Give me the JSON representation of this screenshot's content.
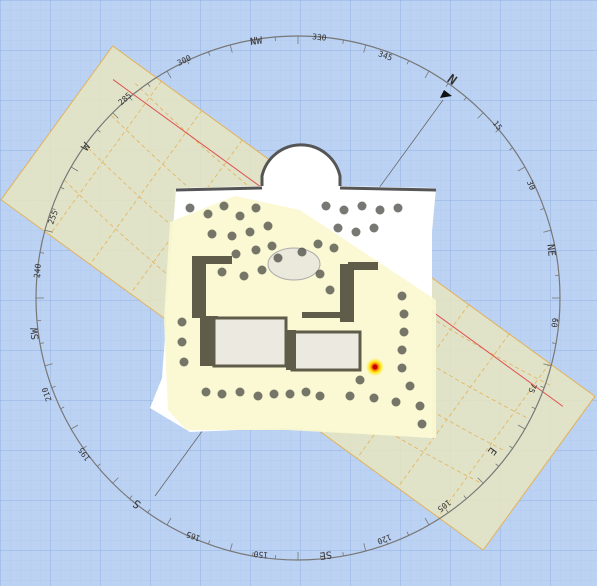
{
  "compass": {
    "cardinals": {
      "n": "N",
      "s": "S",
      "e": "E",
      "w": "W"
    },
    "intercardinals": {
      "ne": "NE",
      "nw": "NW",
      "se": "SE",
      "sw": "SW"
    },
    "degrees": {
      "d15": "15",
      "d30": "30",
      "d60": "60",
      "d75": "75",
      "d105": "105",
      "d120": "120",
      "d150": "150",
      "d165": "165",
      "d195": "195",
      "d210": "210",
      "d240": "240",
      "d255": "255",
      "d285": "285",
      "d300": "300",
      "d330": "330",
      "d345": "345"
    }
  },
  "colors": {
    "grid_background": "#b9d0f2",
    "grid_line": "#8fb0e0",
    "sun_band": "#e7e6c2",
    "sun_path": "#e3b25a",
    "sun_ray": "#e05050",
    "site_ground": "#ffffff",
    "shadow_area": "#fbf8cf",
    "building": "#5f5d4a",
    "sun_marker": "#e0202a",
    "sun_glow": "#ffe600"
  },
  "icons": {
    "north_arrow": "north-arrow-icon",
    "sun_position": "sun-marker-icon"
  }
}
